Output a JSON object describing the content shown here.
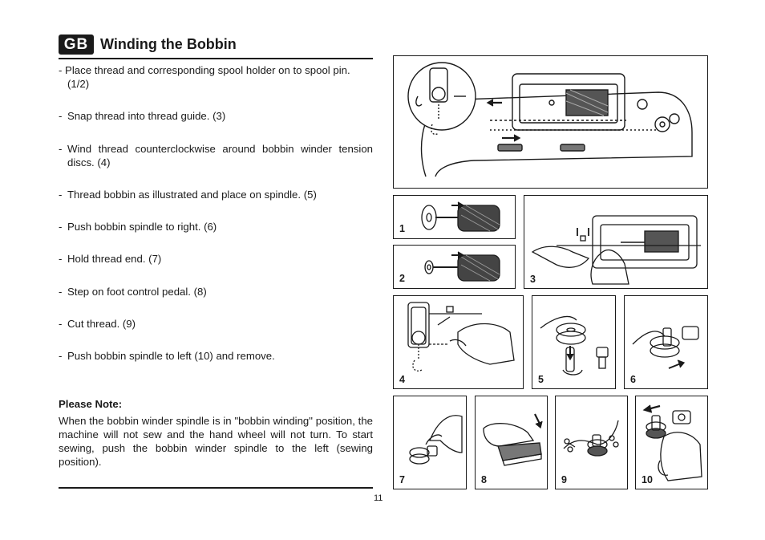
{
  "header": {
    "badge": "GB",
    "title": "Winding the Bobbin"
  },
  "steps": [
    "- Place thread and corresponding spool holder on to spool pin. (1/2)",
    "Snap thread into thread guide. (3)",
    "Wind thread counterclockwise around bobbin winder tension discs. (4)",
    "Thread bobbin as illustrated and place on spindle. (5)",
    "Push bobbin spindle to right. (6)",
    "Hold thread end. (7)",
    "Step on foot control pedal. (8)",
    "Cut thread. (9)",
    "Push bobbin spindle to left (10) and remove."
  ],
  "note": {
    "title": "Please Note:",
    "body": "When the bobbin winder spindle is in \"bobbin winding\" position, the machine will not sew and the hand wheel will not turn. To start sewing, push the bobbin winder spindle to the left (sewing position)."
  },
  "page_number": "11",
  "figures": {
    "fig1": "1",
    "fig2": "2",
    "fig3": "3",
    "fig4": "4",
    "fig5": "5",
    "fig6": "6",
    "fig7": "7",
    "fig8": "8",
    "fig9": "9",
    "fig10": "10"
  }
}
